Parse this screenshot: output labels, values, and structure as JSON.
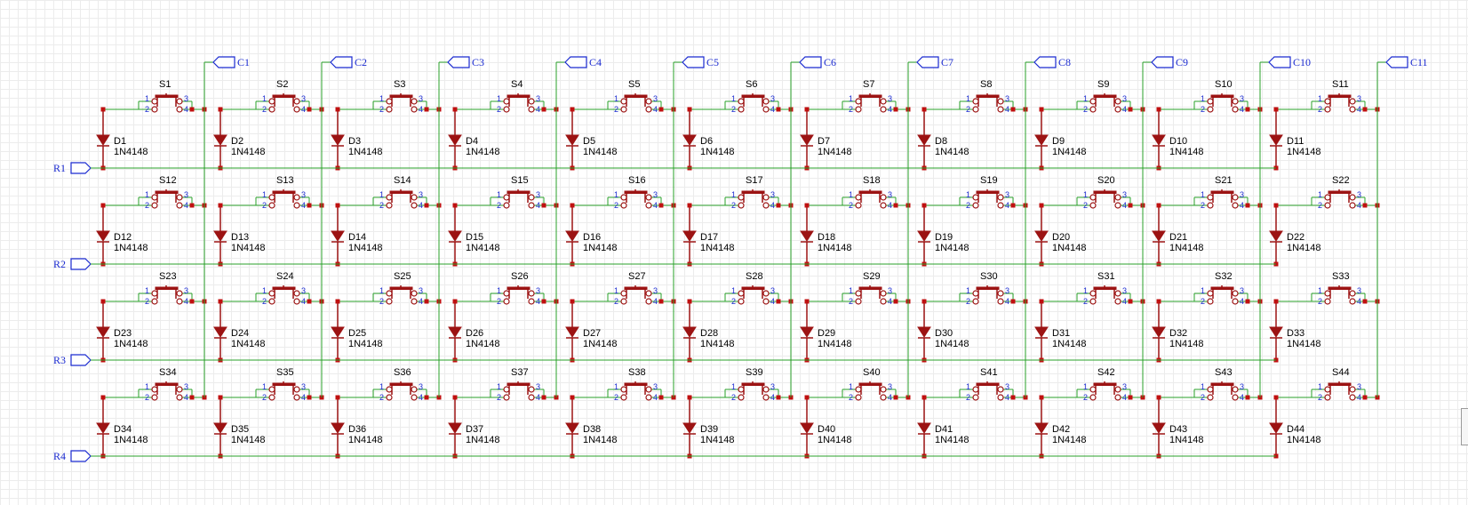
{
  "schematic": {
    "columns": [
      "C1",
      "C2",
      "C3",
      "C4",
      "C5",
      "C6",
      "C7",
      "C8",
      "C9",
      "C10",
      "C11"
    ],
    "rows": [
      "R1",
      "R2",
      "R3",
      "R4"
    ],
    "diode_value": "1N4148",
    "switch_prefix": "S",
    "diode_prefix": "D",
    "switch_pins": [
      "1",
      "2",
      "3",
      "4"
    ],
    "colors": {
      "wire": "#2aa02a",
      "component": "#9c1313",
      "junction": "#c01010",
      "net_label": "#1a2ad0",
      "grid": "#ececec"
    }
  }
}
